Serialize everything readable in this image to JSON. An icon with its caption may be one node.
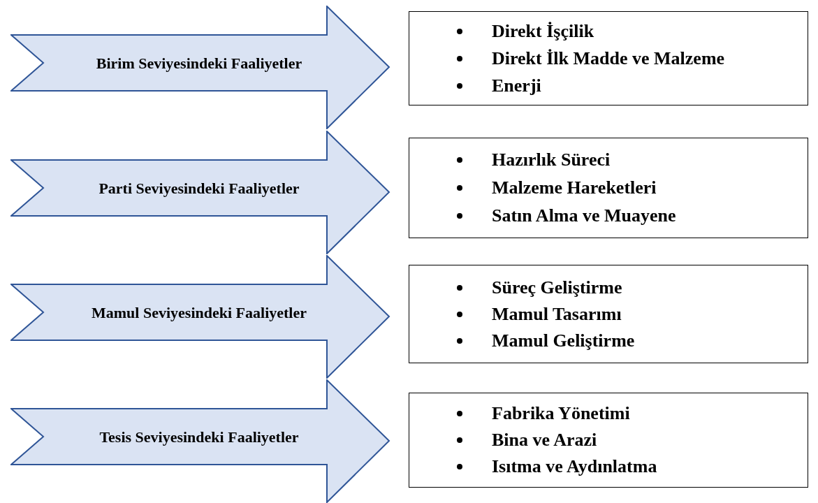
{
  "diagram": {
    "nodes": [
      {
        "text": [
          "Birim Seviyesindeki Faaliyetler"
        ]
      },
      {
        "text": [
          "Direkt İşçilik",
          "Direkt İlk Madde ve Malzeme",
          "Enerji"
        ]
      },
      {
        "text": [
          "Parti Seviyesindeki Faaliyetler"
        ]
      },
      {
        "text": [
          "Hazırlık Süreci",
          "Malzeme Hareketleri",
          "Satın Alma ve Muayene"
        ]
      },
      {
        "text": [
          "Mamul Seviyesindeki Faaliyetler"
        ]
      },
      {
        "text": [
          "Süreç Geliştirme",
          "Mamul Tasarımı",
          "Mamul Geliştirme"
        ]
      },
      {
        "text": [
          "Tesis Seviyesindeki Faaliyetler"
        ]
      },
      {
        "text": [
          "Fabrika Yönetimi",
          "Bina ve Arazi",
          "Isıtma ve Aydınlatma"
        ]
      }
    ]
  }
}
